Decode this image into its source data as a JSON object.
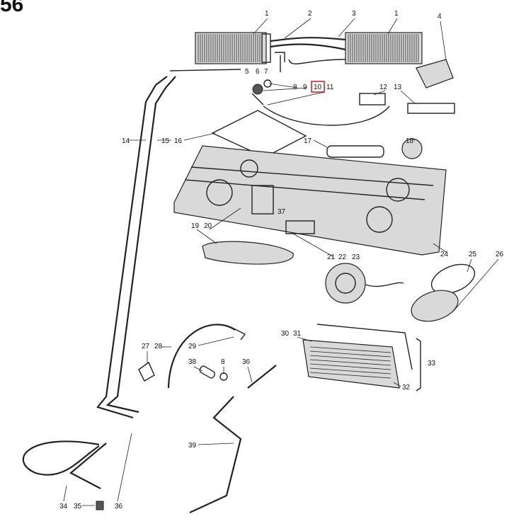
{
  "corner_number": "56",
  "highlighted_part": "10",
  "colors": {
    "highlight": "#d4262c",
    "line": "#222222"
  },
  "labels": [
    {
      "id": "l1a",
      "text": "1"
    },
    {
      "id": "l2",
      "text": "2"
    },
    {
      "id": "l3",
      "text": "3"
    },
    {
      "id": "l1b",
      "text": "1"
    },
    {
      "id": "l4",
      "text": "4"
    },
    {
      "id": "l5",
      "text": "5"
    },
    {
      "id": "l6",
      "text": "6"
    },
    {
      "id": "l7",
      "text": "7"
    },
    {
      "id": "l8a",
      "text": "8"
    },
    {
      "id": "l9",
      "text": "9"
    },
    {
      "id": "l10",
      "text": "10"
    },
    {
      "id": "l11",
      "text": "11"
    },
    {
      "id": "l12",
      "text": "12"
    },
    {
      "id": "l13",
      "text": "13"
    },
    {
      "id": "l14",
      "text": "14"
    },
    {
      "id": "l15",
      "text": "15"
    },
    {
      "id": "l16",
      "text": "16"
    },
    {
      "id": "l17",
      "text": "17"
    },
    {
      "id": "l18",
      "text": "18"
    },
    {
      "id": "l19",
      "text": "19"
    },
    {
      "id": "l20",
      "text": "20"
    },
    {
      "id": "l21",
      "text": "21"
    },
    {
      "id": "l22",
      "text": "22"
    },
    {
      "id": "l23",
      "text": "23"
    },
    {
      "id": "l24",
      "text": "24"
    },
    {
      "id": "l25",
      "text": "25"
    },
    {
      "id": "l26",
      "text": "26"
    },
    {
      "id": "l27",
      "text": "27"
    },
    {
      "id": "l28",
      "text": "28"
    },
    {
      "id": "l29",
      "text": "29"
    },
    {
      "id": "l30",
      "text": "30"
    },
    {
      "id": "l31",
      "text": "31"
    },
    {
      "id": "l32",
      "text": "32"
    },
    {
      "id": "l33",
      "text": "33"
    },
    {
      "id": "l34",
      "text": "34"
    },
    {
      "id": "l35",
      "text": "35"
    },
    {
      "id": "l36a",
      "text": "36"
    },
    {
      "id": "l36b",
      "text": "36"
    },
    {
      "id": "l37",
      "text": "37"
    },
    {
      "id": "l38",
      "text": "38"
    },
    {
      "id": "l8b",
      "text": "8"
    },
    {
      "id": "l39",
      "text": "39"
    }
  ]
}
